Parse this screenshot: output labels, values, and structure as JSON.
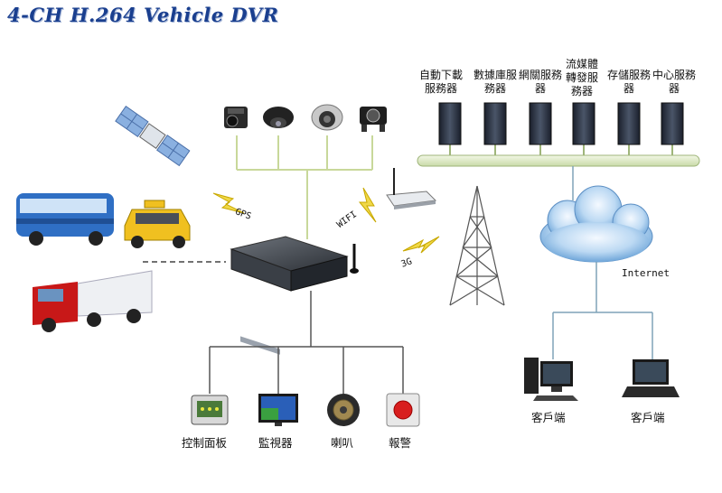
{
  "title": "4-CH H.264 Vehicle DVR",
  "servers": [
    {
      "label": "自動下載服務器"
    },
    {
      "label": "數據庫服務器"
    },
    {
      "label": "網關服務器"
    },
    {
      "label": "流媒體轉發服務器"
    },
    {
      "label": "存儲服務器"
    },
    {
      "label": "中心服務器"
    }
  ],
  "links": {
    "gps": "GPS",
    "wifi": "WIFI",
    "g3": "3G"
  },
  "network": {
    "internet": "Internet"
  },
  "clients": [
    {
      "label": "客戶端"
    },
    {
      "label": "客戶端"
    }
  ],
  "peripherals": [
    {
      "label": "控制面板"
    },
    {
      "label": "監視器"
    },
    {
      "label": "喇叭"
    },
    {
      "label": "報警"
    }
  ],
  "colors": {
    "title": "#1a3f8f",
    "line": "#c8d89a",
    "wire": "#555555",
    "cloud": "#8fbde8"
  }
}
